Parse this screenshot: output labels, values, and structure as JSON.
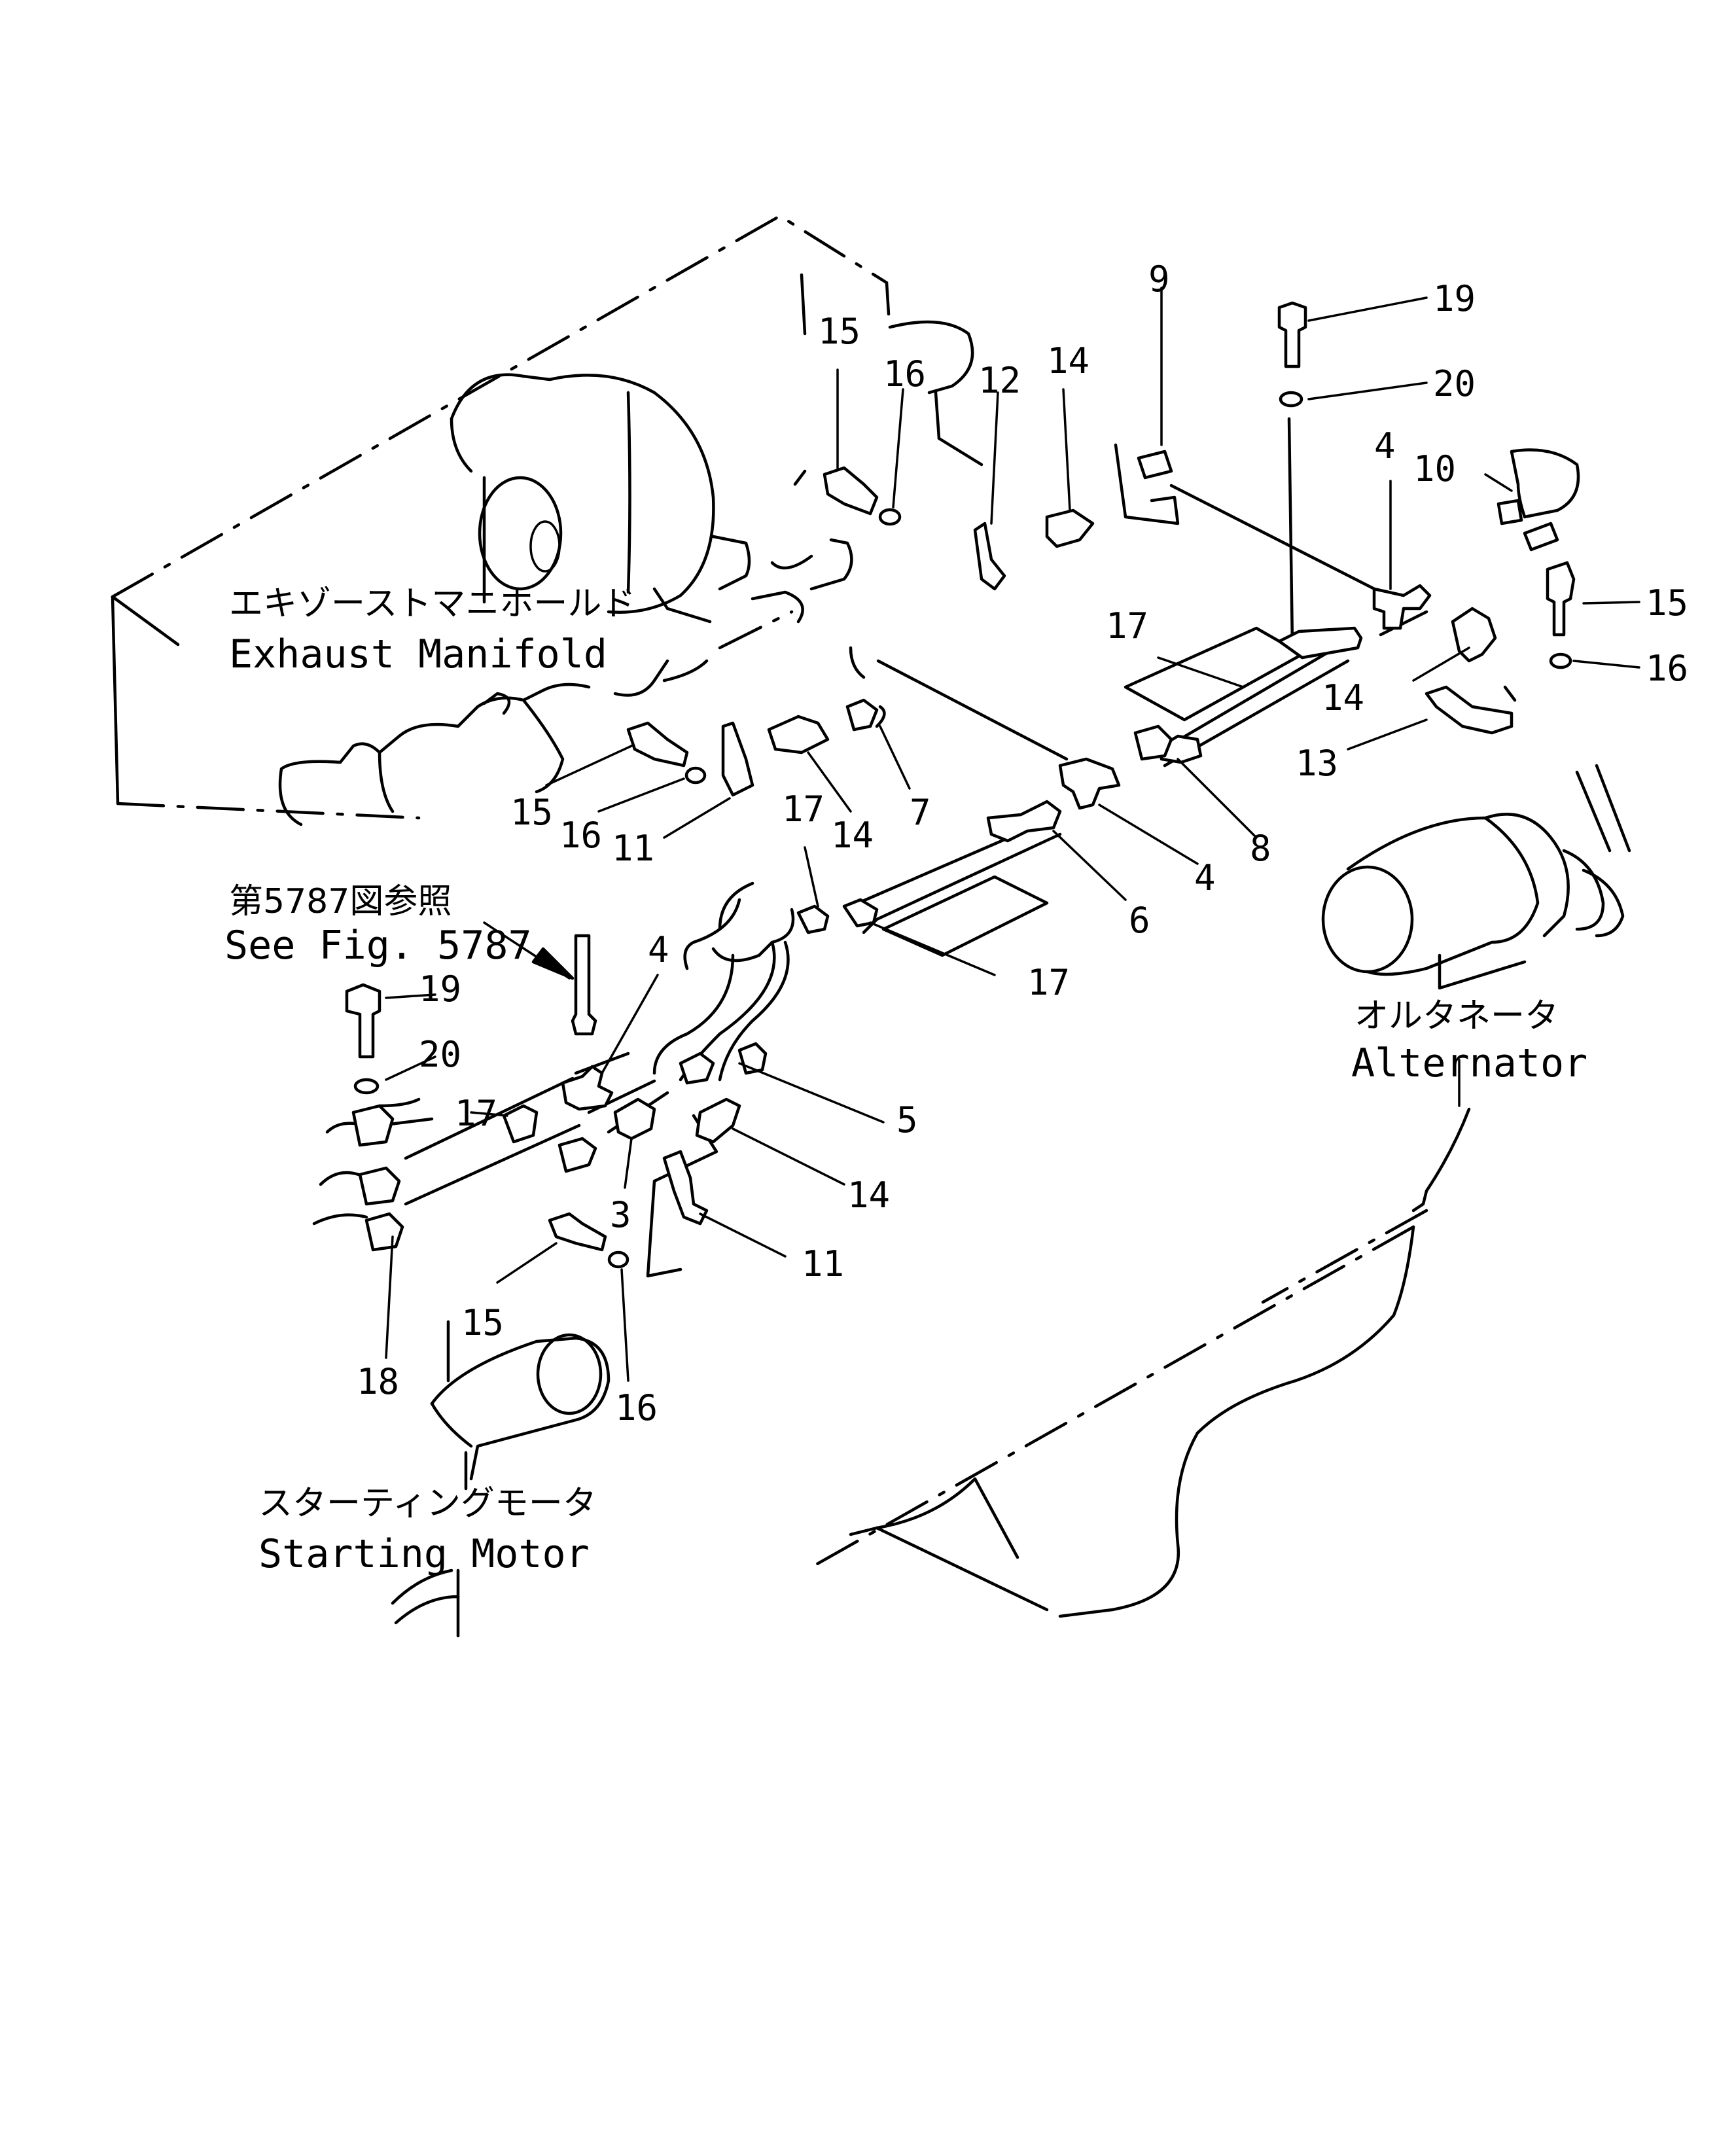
{
  "labels": {
    "exhaust_manifold_jp": "エキゾーストマニホールド",
    "exhaust_manifold_en": "Exhaust Manifold",
    "see_fig_jp": "第5787図参照",
    "see_fig_en": "See Fig. 5787",
    "alternator_jp": "オルタネータ",
    "alternator_en": "Alternator",
    "starting_motor_jp": "スターティングモータ",
    "starting_motor_en": "Starting Motor"
  },
  "callouts": {
    "c3": "3",
    "c4a": "4",
    "c4b": "4",
    "c4c": "4",
    "c5": "5",
    "c6": "6",
    "c7": "7",
    "c8": "8",
    "c9": "9",
    "c10": "10",
    "c11a": "11",
    "c11b": "11",
    "c12": "12",
    "c13": "13",
    "c14a": "14",
    "c14b": "14",
    "c14c": "14",
    "c14d": "14",
    "c15a": "15",
    "c15b": "15",
    "c15c": "15",
    "c15d": "15",
    "c16a": "16",
    "c16b": "16",
    "c16c": "16",
    "c16d": "16",
    "c17a": "17",
    "c17b": "17",
    "c17c": "17",
    "c17d": "17",
    "c18": "18",
    "c19a": "19",
    "c19b": "19",
    "c20a": "20",
    "c20b": "20"
  }
}
